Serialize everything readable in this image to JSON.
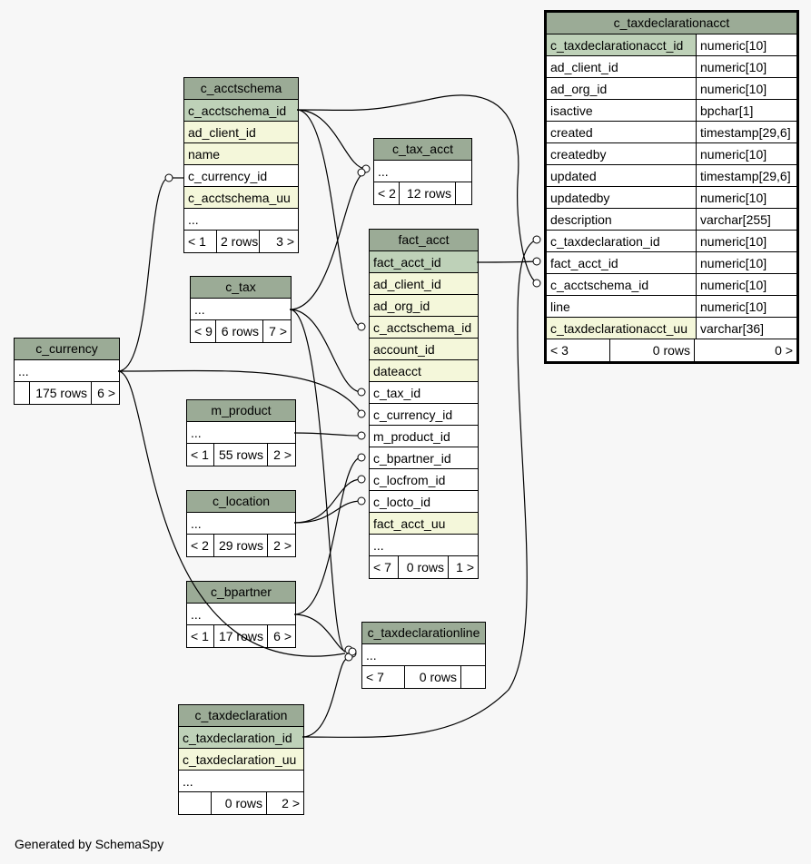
{
  "footer": "Generated by SchemaSpy",
  "tables": {
    "c_taxdeclarationacct": {
      "name": "c_taxdeclarationacct",
      "columns": [
        {
          "name": "c_taxdeclarationacct_id",
          "type": "numeric[10]",
          "kind": "pk"
        },
        {
          "name": "ad_client_id",
          "type": "numeric[10]",
          "kind": "plain"
        },
        {
          "name": "ad_org_id",
          "type": "numeric[10]",
          "kind": "plain"
        },
        {
          "name": "isactive",
          "type": "bpchar[1]",
          "kind": "plain"
        },
        {
          "name": "created",
          "type": "timestamp[29,6]",
          "kind": "plain"
        },
        {
          "name": "createdby",
          "type": "numeric[10]",
          "kind": "plain"
        },
        {
          "name": "updated",
          "type": "timestamp[29,6]",
          "kind": "plain"
        },
        {
          "name": "updatedby",
          "type": "numeric[10]",
          "kind": "plain"
        },
        {
          "name": "description",
          "type": "varchar[255]",
          "kind": "plain"
        },
        {
          "name": "c_taxdeclaration_id",
          "type": "numeric[10]",
          "kind": "plain"
        },
        {
          "name": "fact_acct_id",
          "type": "numeric[10]",
          "kind": "plain"
        },
        {
          "name": "c_acctschema_id",
          "type": "numeric[10]",
          "kind": "plain"
        },
        {
          "name": "line",
          "type": "numeric[10]",
          "kind": "plain"
        },
        {
          "name": "c_taxdeclarationacct_uu",
          "type": "varchar[36]",
          "kind": "idx"
        }
      ],
      "footer": {
        "parents": "< 3",
        "rows": "0 rows",
        "children": "0 >"
      }
    },
    "c_acctschema": {
      "name": "c_acctschema",
      "columns": [
        {
          "name": "c_acctschema_id",
          "kind": "pk"
        },
        {
          "name": "ad_client_id",
          "kind": "idx"
        },
        {
          "name": "name",
          "kind": "idx"
        },
        {
          "name": "c_currency_id",
          "kind": "plain"
        },
        {
          "name": "c_acctschema_uu",
          "kind": "idx"
        },
        {
          "name": "...",
          "kind": "plain"
        }
      ],
      "footer": {
        "parents": "< 1",
        "rows": "2 rows",
        "children": "3 >"
      }
    },
    "c_tax_acct": {
      "name": "c_tax_acct",
      "columns": [
        {
          "name": "...",
          "kind": "plain"
        }
      ],
      "footer": {
        "parents": "< 2",
        "rows": "12 rows",
        "children": ""
      }
    },
    "fact_acct": {
      "name": "fact_acct",
      "columns": [
        {
          "name": "fact_acct_id",
          "kind": "pk"
        },
        {
          "name": "ad_client_id",
          "kind": "idx"
        },
        {
          "name": "ad_org_id",
          "kind": "idx"
        },
        {
          "name": "c_acctschema_id",
          "kind": "idx"
        },
        {
          "name": "account_id",
          "kind": "idx"
        },
        {
          "name": "dateacct",
          "kind": "idx"
        },
        {
          "name": "c_tax_id",
          "kind": "plain"
        },
        {
          "name": "c_currency_id",
          "kind": "plain"
        },
        {
          "name": "m_product_id",
          "kind": "plain"
        },
        {
          "name": "c_bpartner_id",
          "kind": "plain"
        },
        {
          "name": "c_locfrom_id",
          "kind": "plain"
        },
        {
          "name": "c_locto_id",
          "kind": "plain"
        },
        {
          "name": "fact_acct_uu",
          "kind": "idx"
        },
        {
          "name": "...",
          "kind": "plain"
        }
      ],
      "footer": {
        "parents": "< 7",
        "rows": "0 rows",
        "children": "1 >"
      }
    },
    "c_tax": {
      "name": "c_tax",
      "columns": [
        {
          "name": "...",
          "kind": "plain"
        }
      ],
      "footer": {
        "parents": "< 9",
        "rows": "6 rows",
        "children": "7 >"
      }
    },
    "c_currency": {
      "name": "c_currency",
      "columns": [
        {
          "name": "...",
          "kind": "plain"
        }
      ],
      "footer": {
        "parents": "",
        "rows": "175 rows",
        "children": "6 >"
      }
    },
    "m_product": {
      "name": "m_product",
      "columns": [
        {
          "name": "...",
          "kind": "plain"
        }
      ],
      "footer": {
        "parents": "< 1",
        "rows": "55 rows",
        "children": "2 >"
      }
    },
    "c_location": {
      "name": "c_location",
      "columns": [
        {
          "name": "...",
          "kind": "plain"
        }
      ],
      "footer": {
        "parents": "< 2",
        "rows": "29 rows",
        "children": "2 >"
      }
    },
    "c_bpartner": {
      "name": "c_bpartner",
      "columns": [
        {
          "name": "...",
          "kind": "plain"
        }
      ],
      "footer": {
        "parents": "< 1",
        "rows": "17 rows",
        "children": "6 >"
      }
    },
    "c_taxdeclarationline": {
      "name": "c_taxdeclarationline",
      "columns": [
        {
          "name": "...",
          "kind": "plain"
        }
      ],
      "footer": {
        "parents": "< 7",
        "rows": "0 rows",
        "children": ""
      }
    },
    "c_taxdeclaration": {
      "name": "c_taxdeclaration",
      "columns": [
        {
          "name": "c_taxdeclaration_id",
          "kind": "pk"
        },
        {
          "name": "c_taxdeclaration_uu",
          "kind": "idx"
        },
        {
          "name": "...",
          "kind": "plain"
        }
      ],
      "footer": {
        "parents": "",
        "rows": "0 rows",
        "children": "2 >"
      }
    }
  },
  "colors": {
    "header": "#9bab96",
    "primary_key": "#bed1b8",
    "indexed": "#f4f7da",
    "background": "#f7f7f7"
  }
}
